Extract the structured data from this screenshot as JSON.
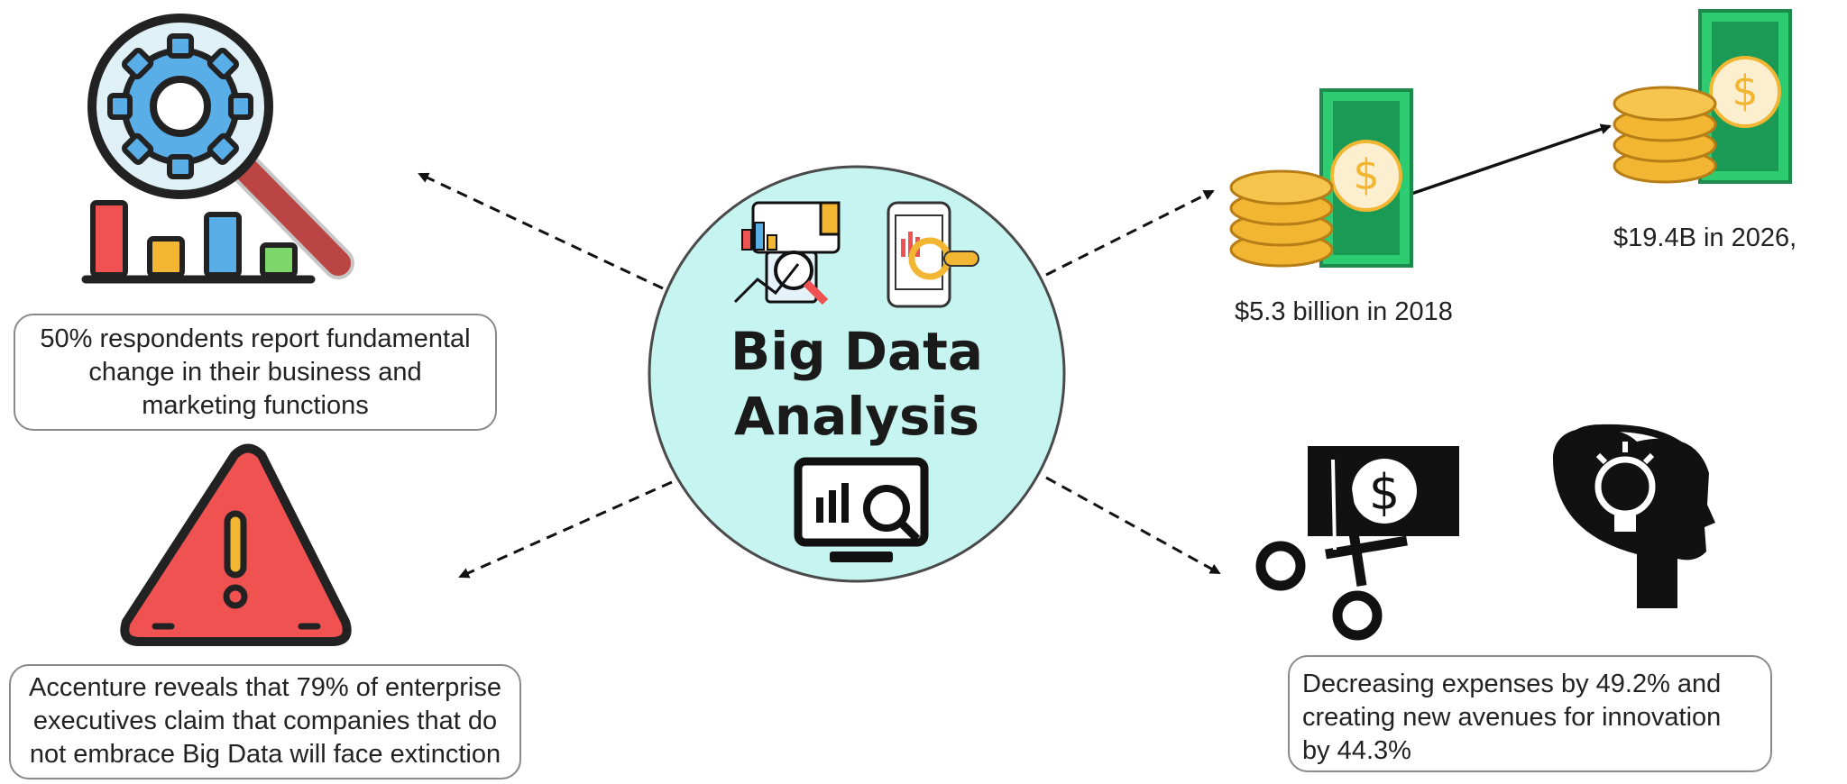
{
  "center": {
    "title_line1": "Big Data",
    "title_line2": "Analysis",
    "fill": "#c6f4f0"
  },
  "boxes": {
    "top_left": {
      "lines": [
        "50% respondents report fundamental",
        "change in their business and",
        "marketing functions"
      ]
    },
    "bottom_left": {
      "lines": [
        "Accenture reveals that 79% of enterprise",
        "executives claim that companies that do",
        "not embrace Big Data will face extinction"
      ]
    },
    "bottom_right": {
      "lines": [
        "Decreasing expenses by 49.2% and",
        "creating new avenues for innovation",
        "by 44.3%"
      ]
    }
  },
  "labels": {
    "market_2018": "$5.3 billion in 2018",
    "market_2026": "$19.4B in 2026,"
  },
  "colors": {
    "money_green": "#2ecc71",
    "coin_gold": "#f2b632",
    "alert_red": "#f05252",
    "gear_blue": "#5aaee8"
  },
  "icons": [
    "magnifier-gear-chart-icon",
    "warning-triangle-icon",
    "money-stack-icon",
    "money-stack-icon",
    "scissors-cutting-money-icon",
    "head-lightbulb-icon",
    "report-analysis-icon",
    "phone-analytics-icon",
    "monitor-search-icon"
  ]
}
